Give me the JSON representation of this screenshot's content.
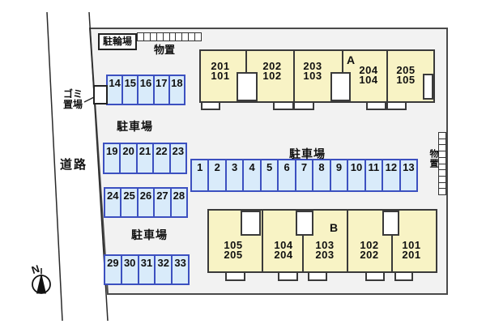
{
  "diagram": {
    "road_label": "道路",
    "north_label": "N",
    "bicycle_parking_label": "駐輪場",
    "storage_top_label": "物置",
    "storage_right_label": "物置",
    "garbage_line1": "ゴミ",
    "garbage_line2": "置場",
    "parking_label_left": "駐車場",
    "parking_label_center": "駐車場",
    "parking_label_bottom": "駐車場"
  },
  "parking": {
    "rows": [
      {
        "name": "row-1-13",
        "spaces": [
          "1",
          "2",
          "3",
          "4",
          "5",
          "6",
          "7",
          "8",
          "9",
          "10",
          "11",
          "12",
          "13"
        ]
      },
      {
        "name": "row-14-18",
        "spaces": [
          "14",
          "15",
          "16",
          "17",
          "18"
        ]
      },
      {
        "name": "row-19-23",
        "spaces": [
          "19",
          "20",
          "21",
          "22",
          "23"
        ]
      },
      {
        "name": "row-24-28",
        "spaces": [
          "24",
          "25",
          "26",
          "27",
          "28"
        ]
      },
      {
        "name": "row-29-33",
        "spaces": [
          "29",
          "30",
          "31",
          "32",
          "33"
        ]
      }
    ]
  },
  "buildings": [
    {
      "label": "A",
      "units": [
        {
          "upper": "201",
          "lower": "101"
        },
        {
          "upper": "202",
          "lower": "102"
        },
        {
          "upper": "203",
          "lower": "103"
        },
        {
          "upper": "204",
          "lower": "104"
        },
        {
          "upper": "205",
          "lower": "105"
        }
      ]
    },
    {
      "label": "B",
      "units": [
        {
          "upper": "105",
          "lower": "205"
        },
        {
          "upper": "104",
          "lower": "204"
        },
        {
          "upper": "103",
          "lower": "203"
        },
        {
          "upper": "102",
          "lower": "202"
        },
        {
          "upper": "101",
          "lower": "201"
        }
      ]
    }
  ],
  "colors": {
    "building_fill": "#f8f3c5",
    "parking_fill": "#d9ebfa",
    "parking_border": "#3c50c0",
    "site_fill": "#f2f2f2",
    "line_color": "#2a2a2a"
  }
}
